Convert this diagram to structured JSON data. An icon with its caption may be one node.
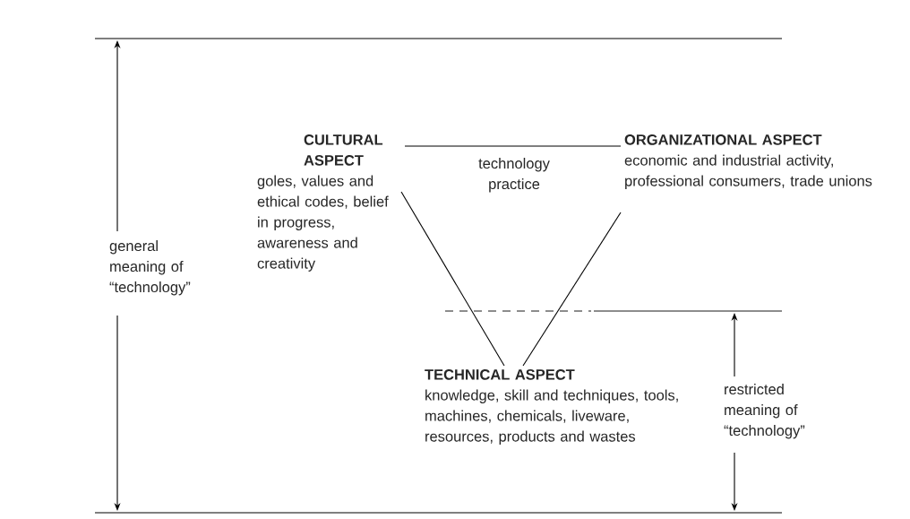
{
  "diagram": {
    "nodes": [
      {
        "text": [
          "CULTURAL ASPECT",
          "goles, values and ethical codes, belief in progress, awareness and creativity"
        ]
      },
      {
        "text": [
          "ORGANIZATIONAL ASPECT",
          "economic and industrial activity, professional consumers, trade unions"
        ]
      },
      {
        "text": [
          "TECHNICAL ASPECT",
          "knowledge, skill and techniques, tools, machines, chemicals, liveware, resources, products and wastes"
        ]
      }
    ],
    "edges": [
      {
        "from": 0,
        "to": 1,
        "arrow": "none"
      },
      {
        "from": 0,
        "to": 2,
        "arrow": "none"
      },
      {
        "from": 1,
        "to": 2,
        "arrow": "none"
      }
    ],
    "labels": [
      "technology practice",
      "general meaning of “technology”",
      "restricted meaning of “technology”"
    ]
  }
}
